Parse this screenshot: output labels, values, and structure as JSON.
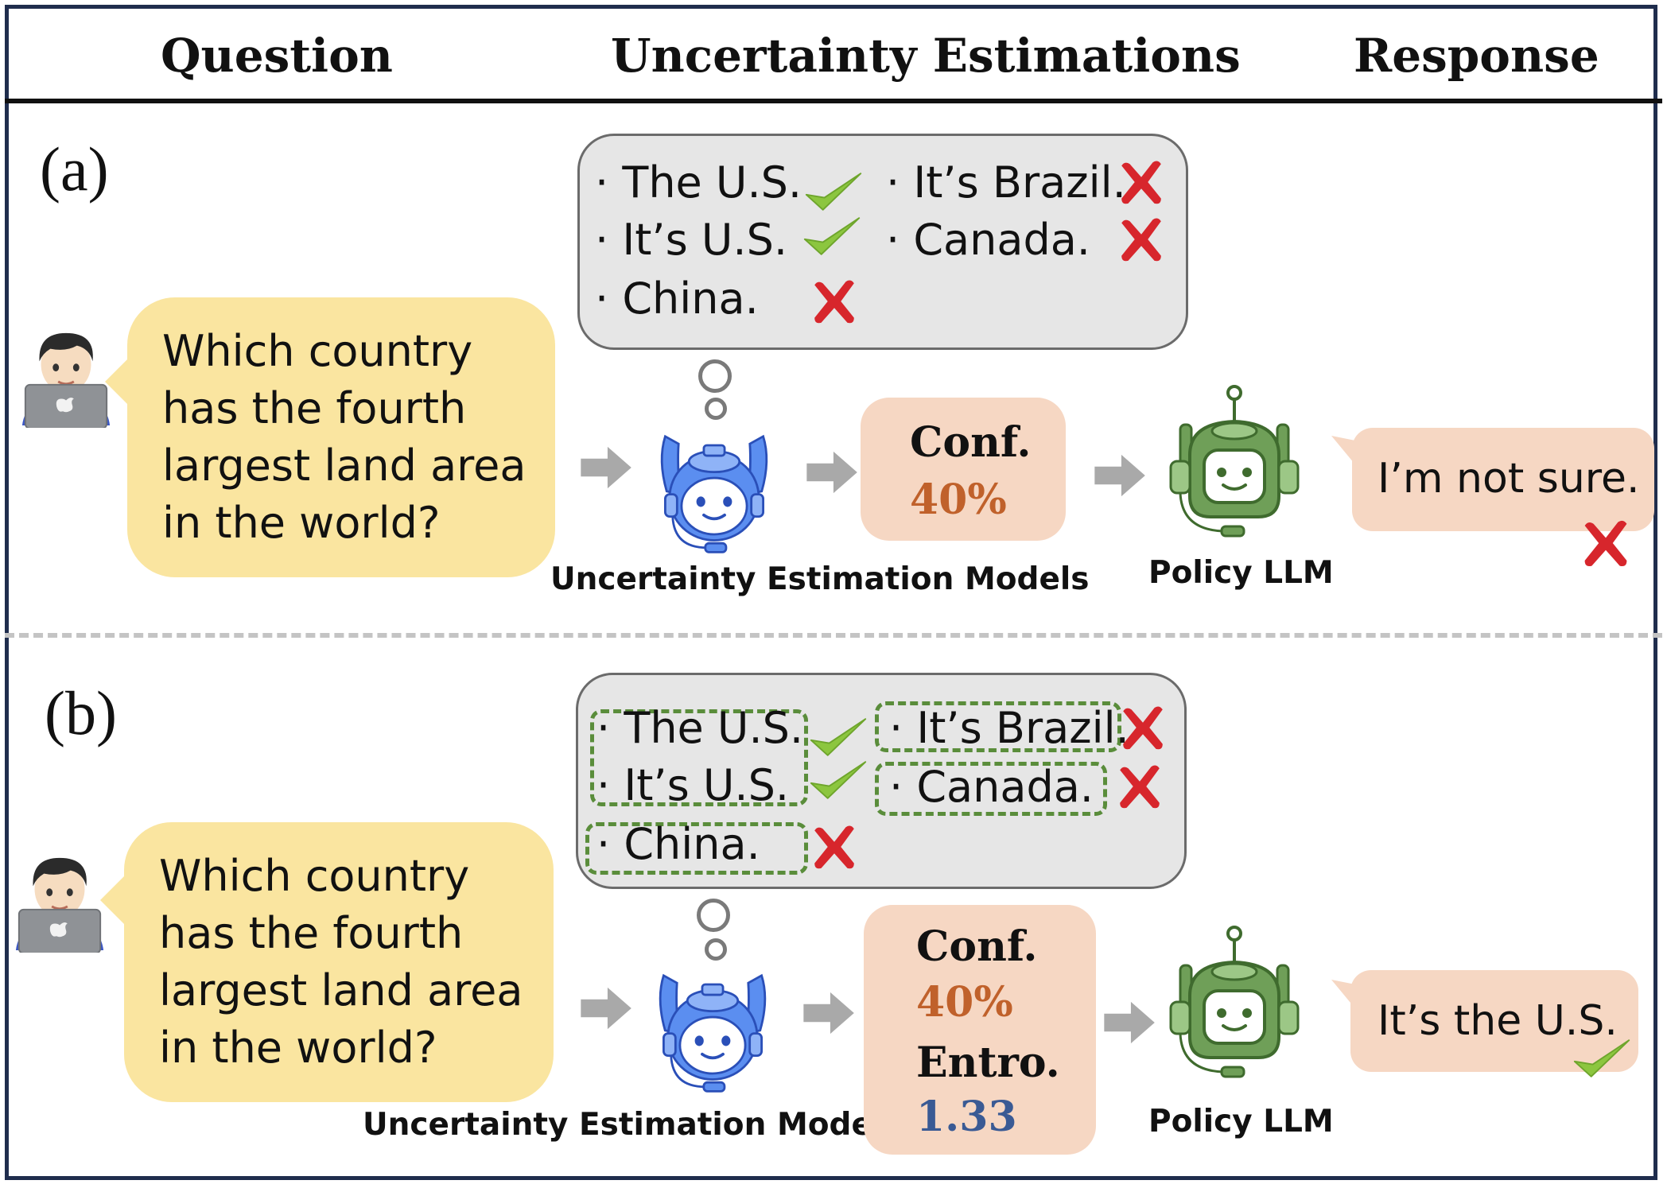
{
  "header": {
    "question": "Question",
    "uncertainty": "Uncertainty Estimations",
    "response": "Response"
  },
  "colors": {
    "frame": "#1f2d4d",
    "question_bubble": "#fae5a0",
    "samples_box": "#e6e6e6",
    "result_box": "#f6d7c3",
    "conf_value": "#c0612b",
    "entropy_value": "#3a5a94",
    "cluster_dash": "#5a8d3b",
    "check": "#8cc63f",
    "cross": "#d7262c",
    "estimator_robot": "#5b8ef0",
    "policy_robot": "#6f9f58",
    "arrow": "#a9a9a9"
  },
  "panel_a": {
    "label": "(a)",
    "question": [
      "Which country",
      "has the fourth",
      "largest land area",
      "in the world?"
    ],
    "samples": [
      {
        "text": "· The U.S.",
        "correct": true
      },
      {
        "text": "· It’s U.S.",
        "correct": true
      },
      {
        "text": "· China.",
        "correct": false
      },
      {
        "text": "· It’s Brazil.",
        "correct": false
      },
      {
        "text": "· Canada.",
        "correct": false
      }
    ],
    "estimator_caption": "Uncertainty Estimation Models",
    "conf_label": "Conf.",
    "conf_value": "40%",
    "policy_caption": "Policy LLM",
    "response": "I’m not sure.",
    "response_mark": "cross-icon"
  },
  "panel_b": {
    "label": "(b)",
    "question": [
      "Which country",
      "has the fourth",
      "largest land area",
      "in the world?"
    ],
    "samples": [
      {
        "text": "· The U.S.",
        "correct": true
      },
      {
        "text": "· It’s U.S.",
        "correct": true
      },
      {
        "text": "· China.",
        "correct": false
      },
      {
        "text": "· It’s Brazil.",
        "correct": false
      },
      {
        "text": "· Canada.",
        "correct": false
      }
    ],
    "estimator_caption": "Uncertainty Estimation Models",
    "conf_label": "Conf.",
    "conf_value": "40%",
    "entropy_label": "Entro.",
    "entropy_value": "1.33",
    "policy_caption": "Policy LLM",
    "response": "It’s the U.S.",
    "response_mark": "check-icon"
  }
}
